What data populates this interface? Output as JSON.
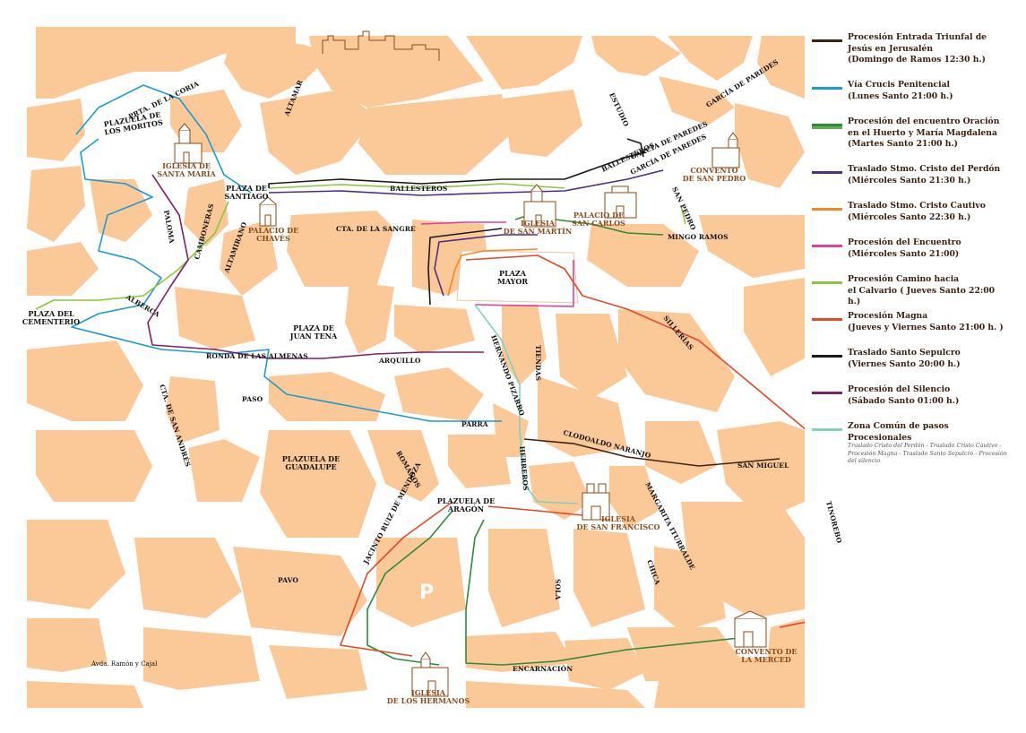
{
  "colors": {
    "block": "#fbc898",
    "road": "#ffffff",
    "brown": "#3d2412",
    "blue": "#1e9bd1",
    "green": "#2f8a3c",
    "violet": "#4e2e86",
    "orange": "#ee8a2a",
    "magenta": "#e0429a",
    "lightgreen": "#8cc63f",
    "red": "#e04a2a",
    "black": "#1a1a1a",
    "purple": "#7a2266",
    "teal": "#7fd3bd",
    "church_text": "#8a4b1a"
  },
  "legend": [
    {
      "key": "brown",
      "label": "Procesión Entrada Triunfal de\n Jesús en Jerusalén\n(Domingo de Ramos 12:30 h.)"
    },
    {
      "key": "blue",
      "label": "Vía Crucis Penitencial\n (Lunes Santo 21:00 h.)"
    },
    {
      "key": "green",
      "label": "Procesión del encuentro Oración\n en el Huerto y María Magdalena\n(Martes Santo 21:00 h.)"
    },
    {
      "key": "violet",
      "label": "Traslado Stmo. Cristo del Perdón\n (Miércoles Santo 21:30 h.)"
    },
    {
      "key": "orange",
      "label": "Traslado Stmo. Cristo Cautivo\n(Miércoles Santo 22:30 h.)"
    },
    {
      "key": "magenta",
      "label": "Procesión del Encuentro\n(Miércoles Santo 21:00)"
    },
    {
      "key": "lightgreen",
      "label": "Procesión Camino hacia\nel Calvario ( Jueves Santo 22:00 h.)"
    },
    {
      "key": "red",
      "label": "Procesión Magna\n(Jueves y Viernes Santo 21:00 h. )"
    },
    {
      "key": "black",
      "label": "Traslado Santo Sepulcro\n (Viernes Santo 20:00 h.)"
    },
    {
      "key": "purple",
      "label": "Procesión del Silencio\n(Sábado Santo 01:00 h.)"
    },
    {
      "key": "teal",
      "label": "Zona Común de pasos Procesionales",
      "note": "Traslado Cristo del Perdón - Traslado Cristo Cautivo - Procesión Magna - Traslado Santo Sepulcro - Procesión del silencio"
    }
  ],
  "places": {
    "iglesia_santa_maria": [
      "IGLESIA DE",
      "SANTA MARÍA"
    ],
    "palacio_chaves": [
      "PALACIO DE",
      "CHAVÉS"
    ],
    "iglesia_san_martin": [
      "IGLESIA",
      "DE SAN MARTÍN"
    ],
    "palacio_san_carlos": [
      "PALACIO DE",
      "SAN CARLOS"
    ],
    "convento_san_pedro": [
      "CONVENTO",
      "DE SAN PEDRO"
    ],
    "iglesia_san_francisco": [
      "IGLESIA",
      "DE SAN FRANCISCO"
    ],
    "convento_merced": [
      "CONVENTO DE",
      "LA MERCED"
    ],
    "iglesia_hermanos": [
      "IGLESIA",
      "DE LOS HERMANOS"
    ],
    "plaza_santiago": [
      "PLAZA DE",
      "SANTIAGO"
    ],
    "plaza_mayor": [
      "PLAZA",
      "MAYOR"
    ],
    "plaza_juan_tena": [
      "PLAZA DE",
      "JUAN TENA"
    ],
    "plaza_cementerio": [
      "PLAZA DEL",
      "CEMENTERIO"
    ],
    "plazuela_guadalupe": [
      "PLAZUELA DE",
      "GUADALUPE"
    ],
    "plazuela_aragon": [
      "PLAZUELA DE",
      "ARAGÓN"
    ],
    "plazuela_moritos": [
      "PLAZUELA DE",
      "LOS MORITOS"
    ]
  },
  "streets": {
    "prta_coria": "PRTA. DE LA CORIA",
    "altamar": "ALTAMAR",
    "estudio": "ESTUDIO",
    "garcia_paredes_1": "GARCÍA DE PAREDES",
    "garcia_paredes_2": "GARCÍA DE PAREDES",
    "garcia_paredes_3": "GARCÍA DE PAREDES",
    "ballesteros_1": "BALLESTEROS",
    "ballesteros_2": "BALLESTEROS",
    "san_pedro": "SAN PEDRO",
    "mingo_ramos": "MINGO RAMOS",
    "cta_sangre": "CTA. DE LA SANGRE",
    "paloma": "PALOMA",
    "camboneras": "CAMBONERAS",
    "altamirano": "ALTAMIRANO",
    "alberca": "ALBERCA",
    "ronda_almenas": "RONDA DE LAS ALMENAS",
    "arquillo": "ARQUILLO",
    "hernando_pizarro": "HERNANDO PIZARRO",
    "tiendas": "TIENDAS",
    "sillerias": "SILLERÍAS",
    "paso": "PASO",
    "cta_san_andres": "CTA. DE SAN ANDRÉS",
    "parra": "PARRA",
    "clodoaldo": "CLODOALDO NARANJO",
    "san_miguel": "SAN MIGUEL",
    "herreros": "HERREROS",
    "romanos": "ROMANOS",
    "margarita": "MARGARITA ITURRALDE",
    "tiniebla": "TINOREBO",
    "jacinto": "JACINTO RUIZ DE MENDOZA",
    "sola": "SOLA",
    "chica": "CHICA",
    "pavo": "PAVO",
    "encarnacion": "ENCARNACIÓN",
    "ramon_cajal": "Avda. Ramón y Cajal"
  },
  "parking": "P"
}
